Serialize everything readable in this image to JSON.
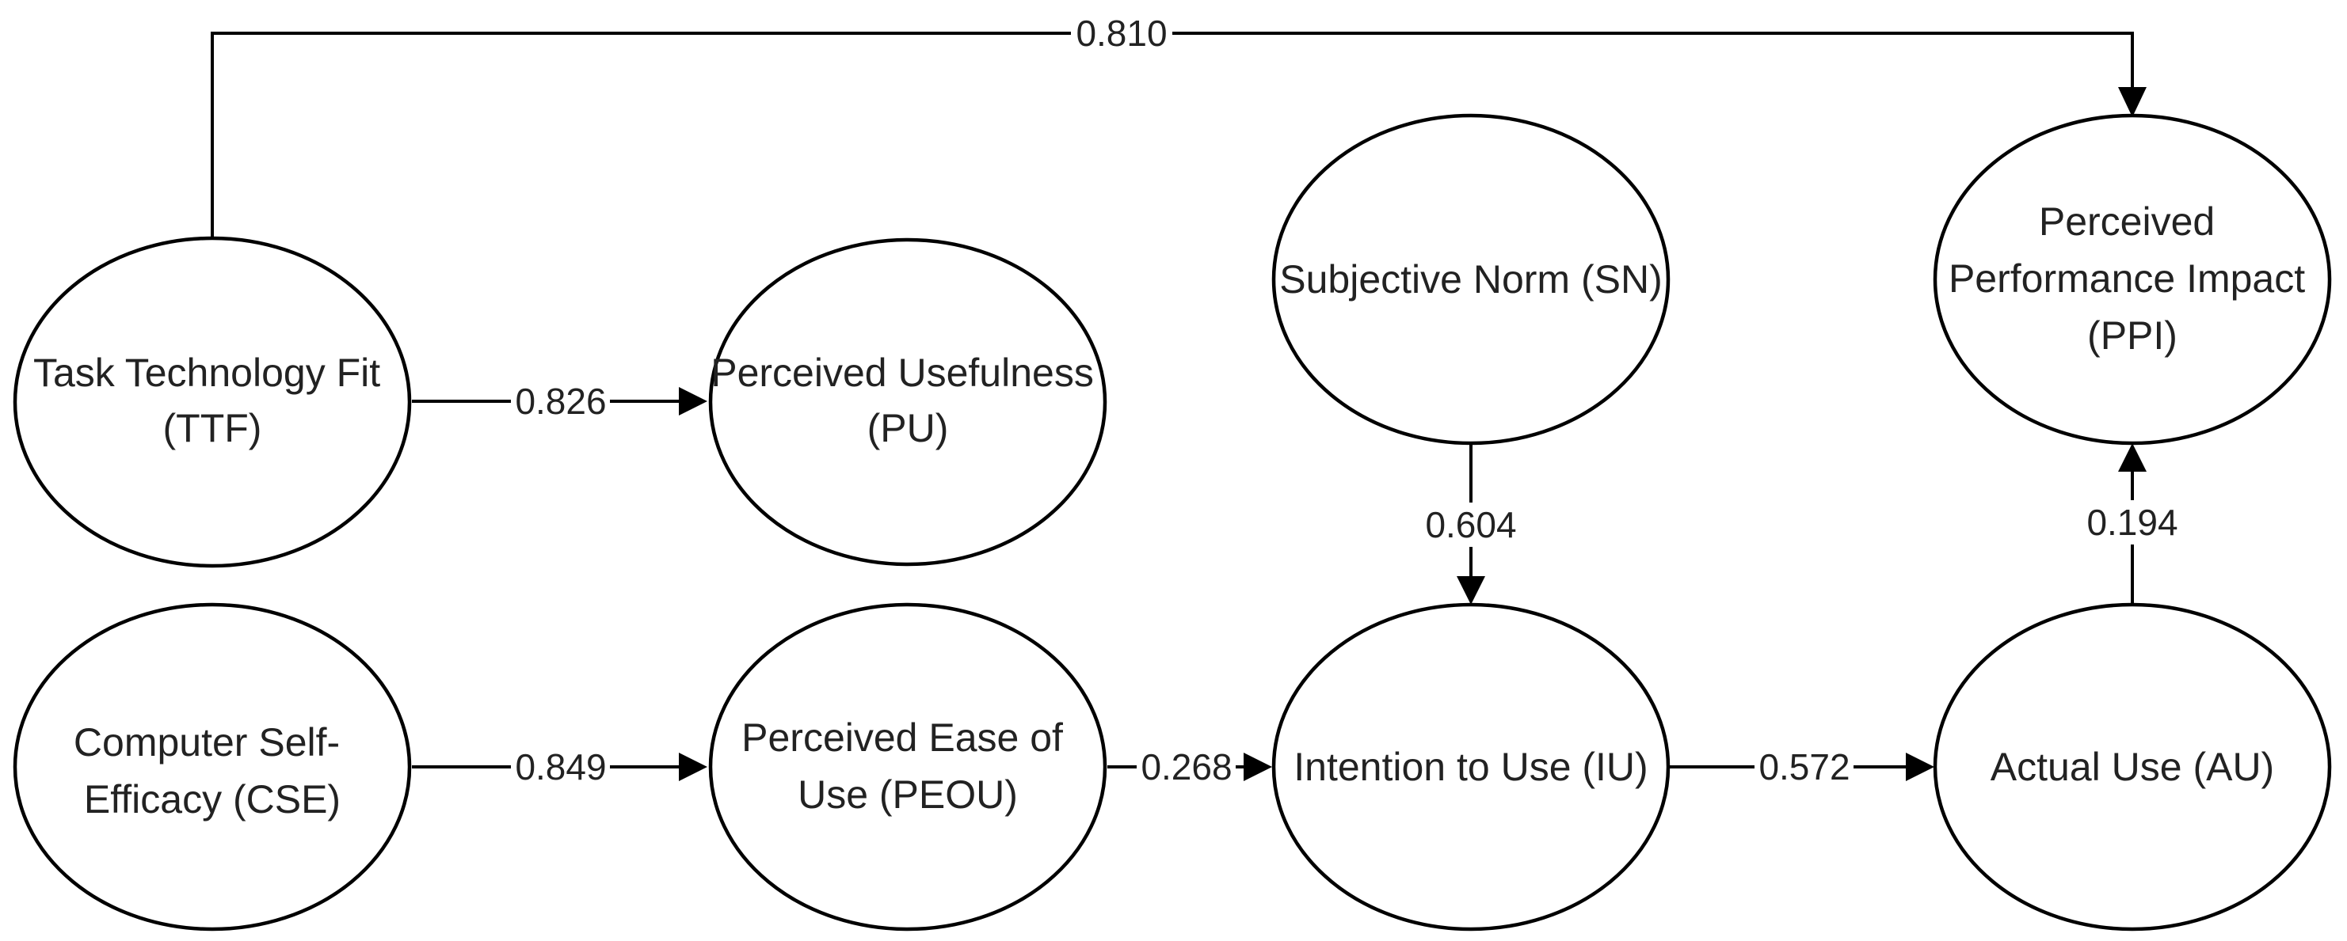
{
  "colors": {
    "stroke": "#000000",
    "text": "#222222",
    "background": "#ffffff"
  },
  "nodes": {
    "ttf": {
      "lines": [
        "Task Technology Fit",
        "(TTF)"
      ]
    },
    "pu": {
      "lines": [
        "Perceived Usefulness",
        "(PU)"
      ]
    },
    "cse": {
      "lines": [
        "Computer Self-",
        "Efficacy (CSE)"
      ]
    },
    "peou": {
      "lines": [
        "Perceived Ease of",
        "Use (PEOU)"
      ]
    },
    "sn": {
      "lines": [
        "Subjective Norm (SN)"
      ]
    },
    "iu": {
      "lines": [
        "Intention to Use (IU)"
      ]
    },
    "ppi": {
      "lines": [
        "Perceived",
        "Performance Impact",
        "(PPI)"
      ]
    },
    "au": {
      "lines": [
        "Actual Use (AU)"
      ]
    }
  },
  "edges": {
    "ttf_ppi": {
      "from": "Task Technology Fit (TTF)",
      "to": "Perceived Performance Impact (PPI)",
      "label": "0.810"
    },
    "ttf_pu": {
      "from": "Task Technology Fit (TTF)",
      "to": "Perceived Usefulness (PU)",
      "label": "0.826"
    },
    "cse_peou": {
      "from": "Computer Self-Efficacy (CSE)",
      "to": "Perceived Ease of Use (PEOU)",
      "label": "0.849"
    },
    "peou_iu": {
      "from": "Perceived Ease of Use (PEOU)",
      "to": "Intention to Use (IU)",
      "label": "0.268"
    },
    "sn_iu": {
      "from": "Subjective Norm (SN)",
      "to": "Intention to Use (IU)",
      "label": "0.604"
    },
    "iu_au": {
      "from": "Intention to Use (IU)",
      "to": "Actual Use (AU)",
      "label": "0.572"
    },
    "au_ppi": {
      "from": "Actual Use (AU)",
      "to": "Perceived Performance Impact (PPI)",
      "label": "0.194"
    }
  }
}
